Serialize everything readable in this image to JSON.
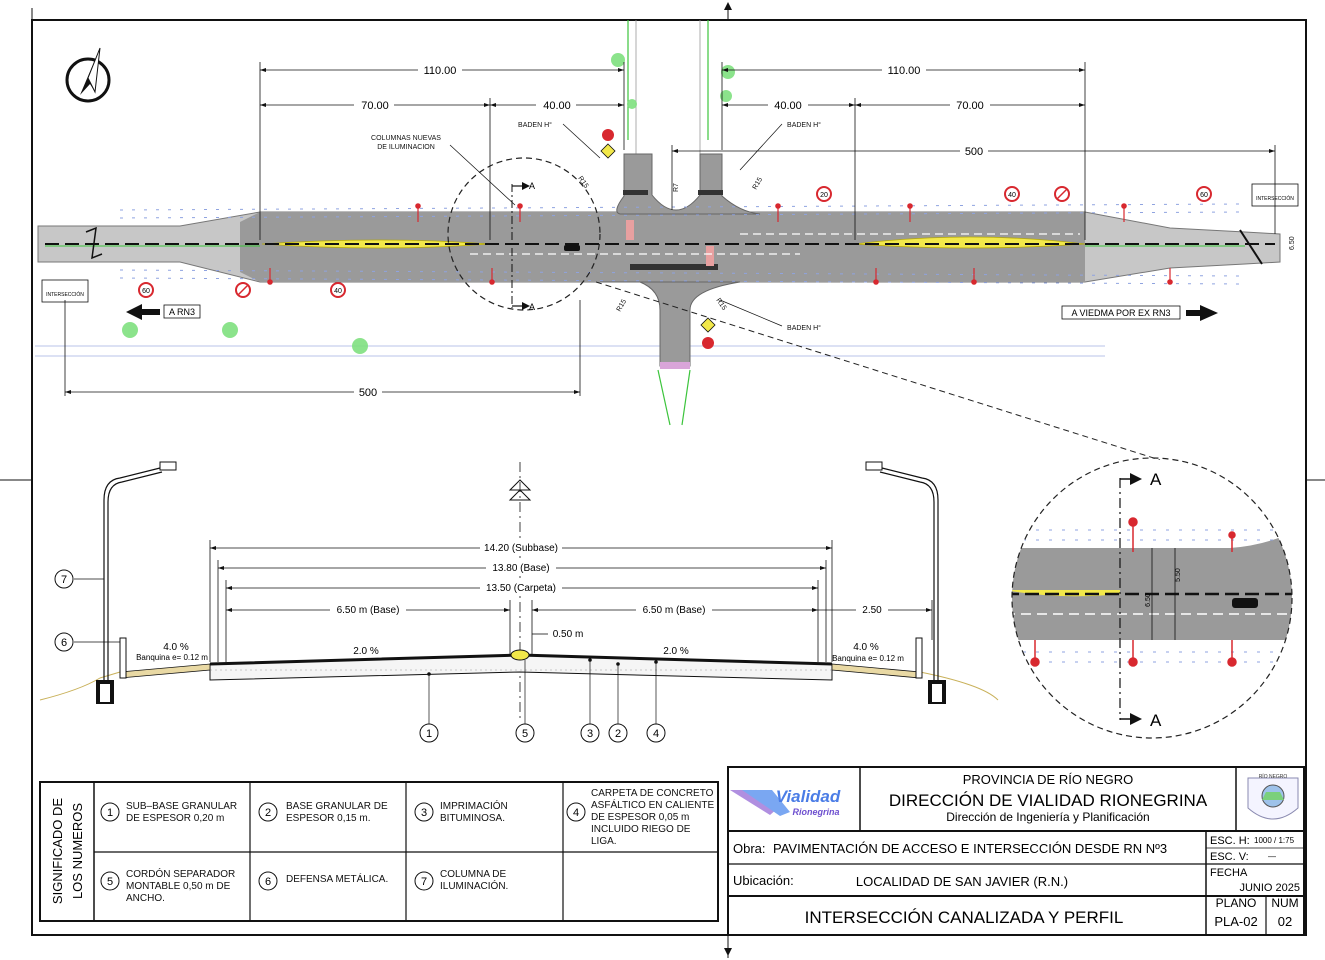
{
  "plan": {
    "dims_top": [
      "110.00",
      "70.00",
      "40.00",
      "110.00",
      "40.00",
      "70.00",
      "500"
    ],
    "dim_bottom_left": "500",
    "labels": {
      "columnas_line1": "COLUMNAS NUEVAS",
      "columnas_line2": "DE ILUMINACION",
      "baden_1": "BADEN H°",
      "baden_2": "BADEN H°",
      "baden_3": "BADEN H°",
      "a_rn3": "A RN3",
      "a_viedma": "A VIEDMA POR EX RN3",
      "section_a": "A",
      "r15": "R15",
      "r7": "R7",
      "intersection_sign": "INTERSECCIÓN",
      "speed_60": "60",
      "speed_40": "40",
      "speed_20": "20",
      "width_650": "6.50"
    }
  },
  "detail": {
    "section_label": "A",
    "dim_a": "6.50",
    "dim_b": "5.50"
  },
  "profile": {
    "dims": {
      "subbase": "14.20 (Subbase)",
      "base": "13.80 (Base)",
      "carpeta": "13.50 (Carpeta)",
      "half_left": "6.50 m (Base)",
      "half_right": "6.50 m (Base)",
      "median": "0.50 m",
      "shoulder": "2.50"
    },
    "slopes": {
      "left_shoulder": "4.0 %",
      "left_lane": "2.0 %",
      "right_lane": "2.0 %",
      "right_shoulder": "4.0 %"
    },
    "banquina_left": "Banquina e= 0.12 m",
    "banquina_right": "Banquina e= 0.12 m",
    "callouts": [
      "1",
      "5",
      "3",
      "2",
      "4",
      "7",
      "6"
    ]
  },
  "legend": {
    "title_line1": "SIGNIFICADO DE",
    "title_line2": "LOS NUMEROS",
    "items": [
      {
        "num": "1",
        "text": "SUB–BASE GRANULAR DE ESPESOR 0,20 m"
      },
      {
        "num": "2",
        "text": "BASE GRANULAR DE ESPESOR 0,15 m."
      },
      {
        "num": "3",
        "text": "IMPRIMACIÓN BITUMINOSA."
      },
      {
        "num": "4",
        "text": "CARPETA DE CONCRETO ASFÁLTICO EN CALIENTE DE ESPESOR 0,05 m INCLUIDO RIEGO DE LIGA."
      },
      {
        "num": "5",
        "text": "CORDÓN SEPARADOR MONTABLE 0,50 m DE ANCHO."
      },
      {
        "num": "6",
        "text": "DEFENSA METÁLICA."
      },
      {
        "num": "7",
        "text": "COLUMNA DE ILUMINACIÓN."
      }
    ]
  },
  "titleblock": {
    "logo_word": "Vialidad",
    "logo_sub": "Rionegrina",
    "province": "PROVINCIA DE RÍO NEGRO",
    "direction": "DIRECCIÓN DE VIALIDAD RIONEGRINA",
    "department": "Dirección de Ingeniería y Planificación",
    "obra_label": "Obra:",
    "obra_value": "PAVIMENTACIÓN DE ACCESO E INTERSECCIÓN DESDE RN Nº3",
    "ubic_label": "Ubicación:",
    "ubic_value": "LOCALIDAD DE SAN JAVIER (R.N.)",
    "title": "INTERSECCIÓN CANALIZADA Y PERFIL",
    "esc_h_label": "ESC. H:",
    "esc_h_value": "1000 / 1:75",
    "esc_v_label": "ESC. V:",
    "esc_v_value": "—",
    "fecha_label": "FECHA",
    "fecha_value": "JUNIO 2025",
    "plano_label": "PLANO",
    "plano_value": "PLA-02",
    "num_label": "NUM",
    "num_value": "02",
    "seal_text": "RÍO NEGRO"
  },
  "colors": {
    "road": "#9a9a9a",
    "road_dark": "#555555",
    "yellow": "#f2e84a",
    "green": "#3cc43c",
    "blue": "#3b5fd1",
    "red": "#d8282f",
    "line": "#1a1a1a"
  }
}
